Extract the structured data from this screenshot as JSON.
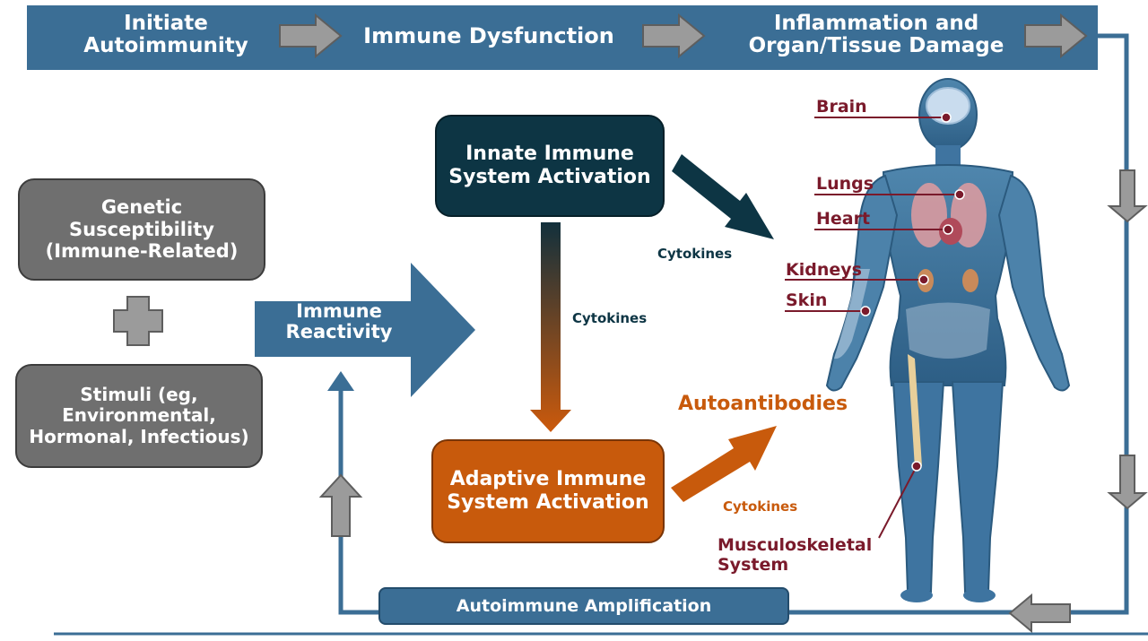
{
  "header": {
    "step1": "Initiate Autoimmunity",
    "step2": "Immune Dysfunction",
    "step3": "Inflammation and Organ/Tissue Damage"
  },
  "left": {
    "genetic": "Genetic Susceptibility (Immune-Related)",
    "stimuli": "Stimuli (eg, Environmental, Hormonal, Infectious)",
    "reactivity": "Immune Reactivity"
  },
  "center": {
    "innate": "Innate Immune System Activation",
    "adaptive": "Adaptive Immune System Activation",
    "cytokines_vertical": "Cytokines",
    "cytokines_innate": "Cytokines",
    "cytokines_adaptive": "Cytokines",
    "autoantibodies": "Autoantibodies"
  },
  "organs": {
    "brain": "Brain",
    "lungs": "Lungs",
    "heart": "Heart",
    "kidneys": "Kidneys",
    "skin": "Skin",
    "musculoskeletal": "Musculoskeletal System"
  },
  "footer": {
    "amplification": "Autoimmune Amplification"
  },
  "colors": {
    "blue": "#3b6e95",
    "dark_teal": "#0d3544",
    "orange": "#c85a0c",
    "grey": "#6f6f6f",
    "maroon": "#7a1a2b"
  }
}
